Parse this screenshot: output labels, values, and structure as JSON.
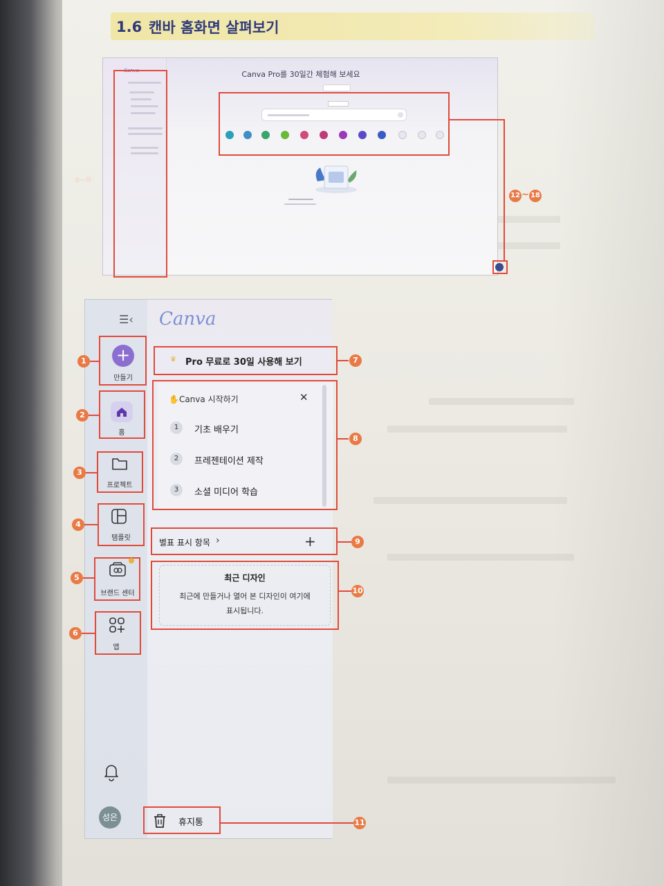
{
  "section": {
    "number": "1.6",
    "title": "캔바 홈화면 살펴보기"
  },
  "screenshot_top": {
    "logo": "Canva",
    "heading": "Canva Pro를 30일간 체험해 보세요",
    "trial_button": "",
    "callout_range": "⑫~⑱"
  },
  "sidebar": {
    "items": [
      {
        "label": "만들기",
        "badge": "1"
      },
      {
        "label": "홈",
        "badge": "2"
      },
      {
        "label": "프로젝트",
        "badge": "3"
      },
      {
        "label": "템플릿",
        "badge": "4"
      },
      {
        "label": "브랜드 센터",
        "badge": "5"
      },
      {
        "label": "앱",
        "badge": "6"
      }
    ],
    "avatar_text": "성은"
  },
  "logo": "Canva",
  "pro_banner": {
    "text": "Pro 무료로 30일 사용해 보기",
    "badge": "7"
  },
  "getting_started": {
    "title": "Canva 시작하기",
    "badge": "8",
    "steps": [
      {
        "num": "1",
        "label": "기초 배우기"
      },
      {
        "num": "2",
        "label": "프레젠테이션 제작"
      },
      {
        "num": "3",
        "label": "소셜 미디어 학습"
      }
    ]
  },
  "starred": {
    "label": "별표 표시 항목",
    "badge": "9"
  },
  "recent": {
    "title": "최근 디자인",
    "desc_line1": "최근에 만들거나 열어 본 디자인이 여기에",
    "desc_line2": "표시됩니다.",
    "badge": "10"
  },
  "trash": {
    "label": "휴지통",
    "badge": "11"
  },
  "colors": {
    "accent": "#e04a3a",
    "badge": "#e97a45",
    "brand": "#8c6ed0"
  }
}
